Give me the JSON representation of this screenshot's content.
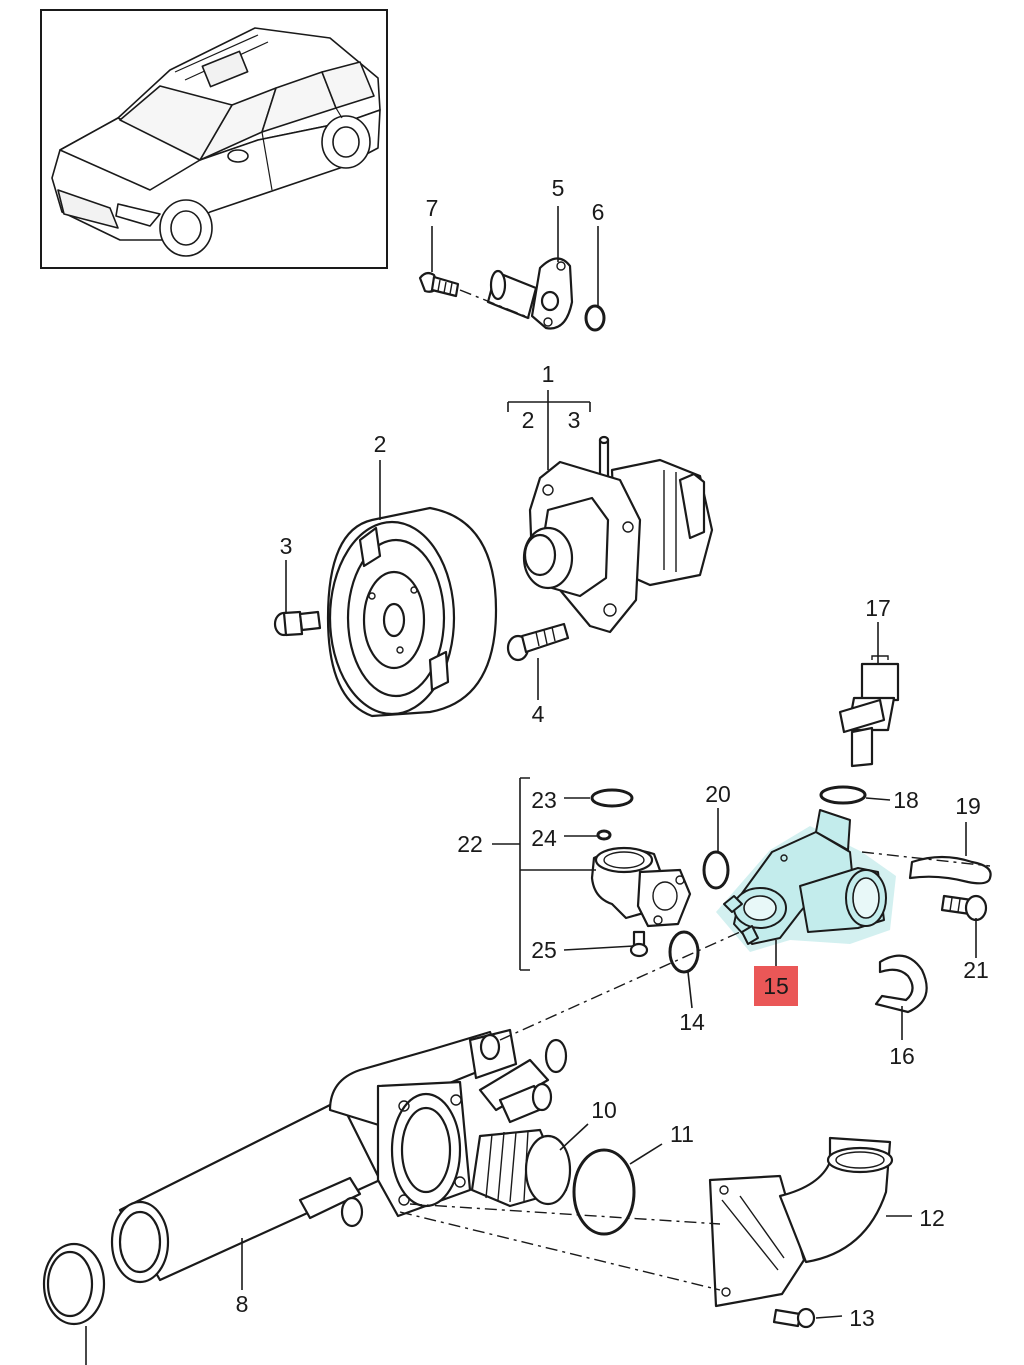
{
  "diagram": {
    "callouts": [
      "1",
      "2",
      "3",
      "4",
      "5",
      "6",
      "7",
      "8",
      "10",
      "11",
      "12",
      "13",
      "14",
      "15",
      "16",
      "17",
      "18",
      "19",
      "20",
      "21",
      "22",
      "23",
      "24",
      "25"
    ],
    "group_1_members": [
      "2",
      "3"
    ],
    "group_22_members": [
      "23",
      "24",
      "25"
    ],
    "highlighted_part": "15",
    "highlight_color": "#ea5757",
    "part_tint": "#c3ecec"
  }
}
